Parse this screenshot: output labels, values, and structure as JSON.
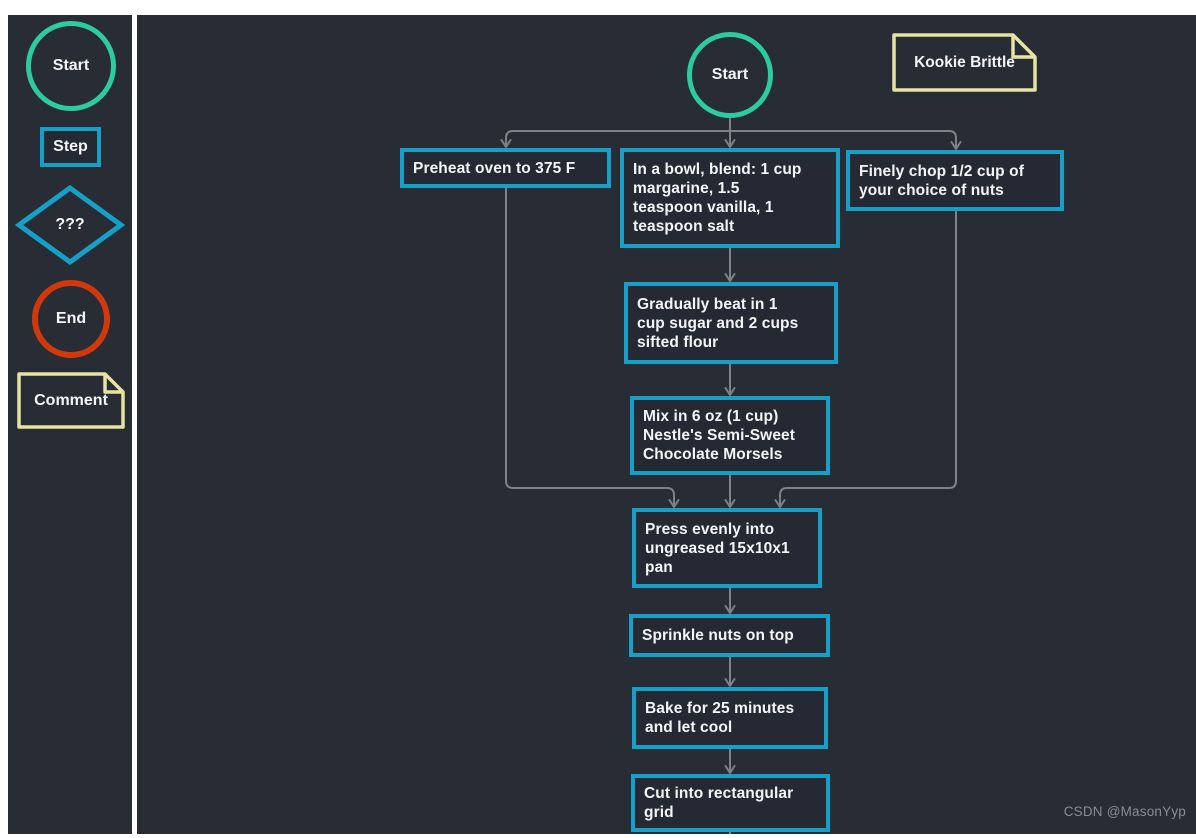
{
  "watermark": "CSDN @MasonYyp",
  "colors": {
    "panel_background": "#272c35",
    "node_fill": "#242933",
    "step_border_cyan": "#169fc7",
    "start_teal": "#2ecaa2",
    "end_red": "#d1390d",
    "note_yellow": "#e6e3a3",
    "connector_gray": "#7e8288",
    "text_white": "#f4f5f6"
  },
  "legend": {
    "items": [
      {
        "label": "Start",
        "shape": "circle",
        "color": "#2ecaa2"
      },
      {
        "label": "Step",
        "shape": "rectangle",
        "color": "#169fc7"
      },
      {
        "label": "???",
        "shape": "diamond",
        "color": "#169fc7"
      },
      {
        "label": "End",
        "shape": "circle",
        "color": "#d1390d"
      },
      {
        "label": "Comment",
        "shape": "note",
        "color": "#e6e3a3"
      }
    ]
  },
  "flowchart": {
    "start": {
      "label": "Start"
    },
    "title_note": {
      "label": "Kookie Brittle"
    },
    "steps": [
      {
        "id": "preheat",
        "label": "Preheat oven to 375 F"
      },
      {
        "id": "blend",
        "label": "In a bowl, blend: 1 cup\nmargarine, 1.5\nteaspoon vanilla, 1\nteaspoon salt"
      },
      {
        "id": "chop-nuts",
        "label": "Finely chop 1/2 cup of\nyour choice of nuts"
      },
      {
        "id": "beat-in",
        "label": "Gradually beat in 1\ncup sugar and 2 cups\nsifted flour"
      },
      {
        "id": "mix-morsels",
        "label": "Mix in 6 oz (1 cup)\nNestle's Semi-Sweet\nChocolate Morsels"
      },
      {
        "id": "press-pan",
        "label": "Press evenly into\nungreased 15x10x1\npan"
      },
      {
        "id": "sprinkle",
        "label": "Sprinkle nuts on top"
      },
      {
        "id": "bake",
        "label": "Bake for 25 minutes\nand let cool"
      },
      {
        "id": "cut",
        "label": "Cut into rectangular\ngrid"
      }
    ]
  }
}
